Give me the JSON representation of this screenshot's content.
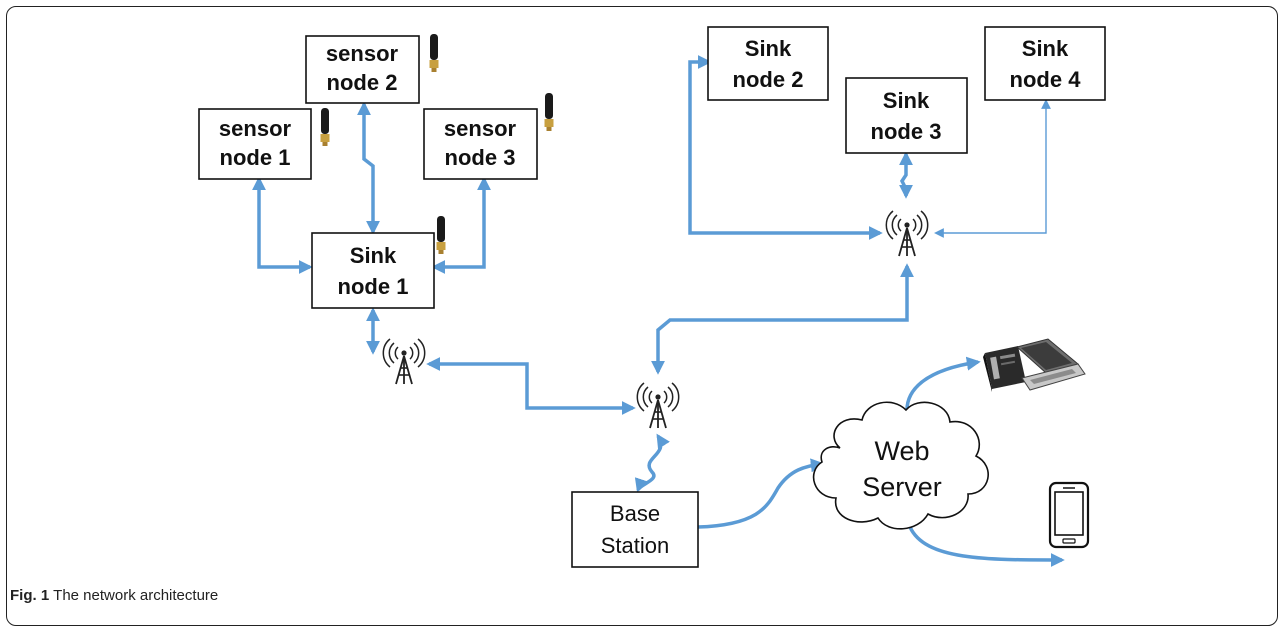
{
  "nodes": {
    "sensor_node_1": [
      "sensor",
      "node 1"
    ],
    "sensor_node_2": [
      "sensor",
      "node 2"
    ],
    "sensor_node_3": [
      "sensor",
      "node 3"
    ],
    "sink_node_1": [
      "Sink",
      "node 1"
    ],
    "sink_node_2": [
      "Sink",
      "node 2"
    ],
    "sink_node_3": [
      "Sink",
      "node 3"
    ],
    "sink_node_4": [
      "Sink",
      "node 4"
    ],
    "base_station": [
      "Base",
      "Station"
    ],
    "web_server": [
      "Web",
      "Server"
    ]
  },
  "caption": {
    "label": "Fig. 1",
    "text": "The network architecture"
  },
  "colors": {
    "link": "#5b9bd5",
    "antenna": "#222222",
    "antenna_connector": "#c8a040"
  }
}
